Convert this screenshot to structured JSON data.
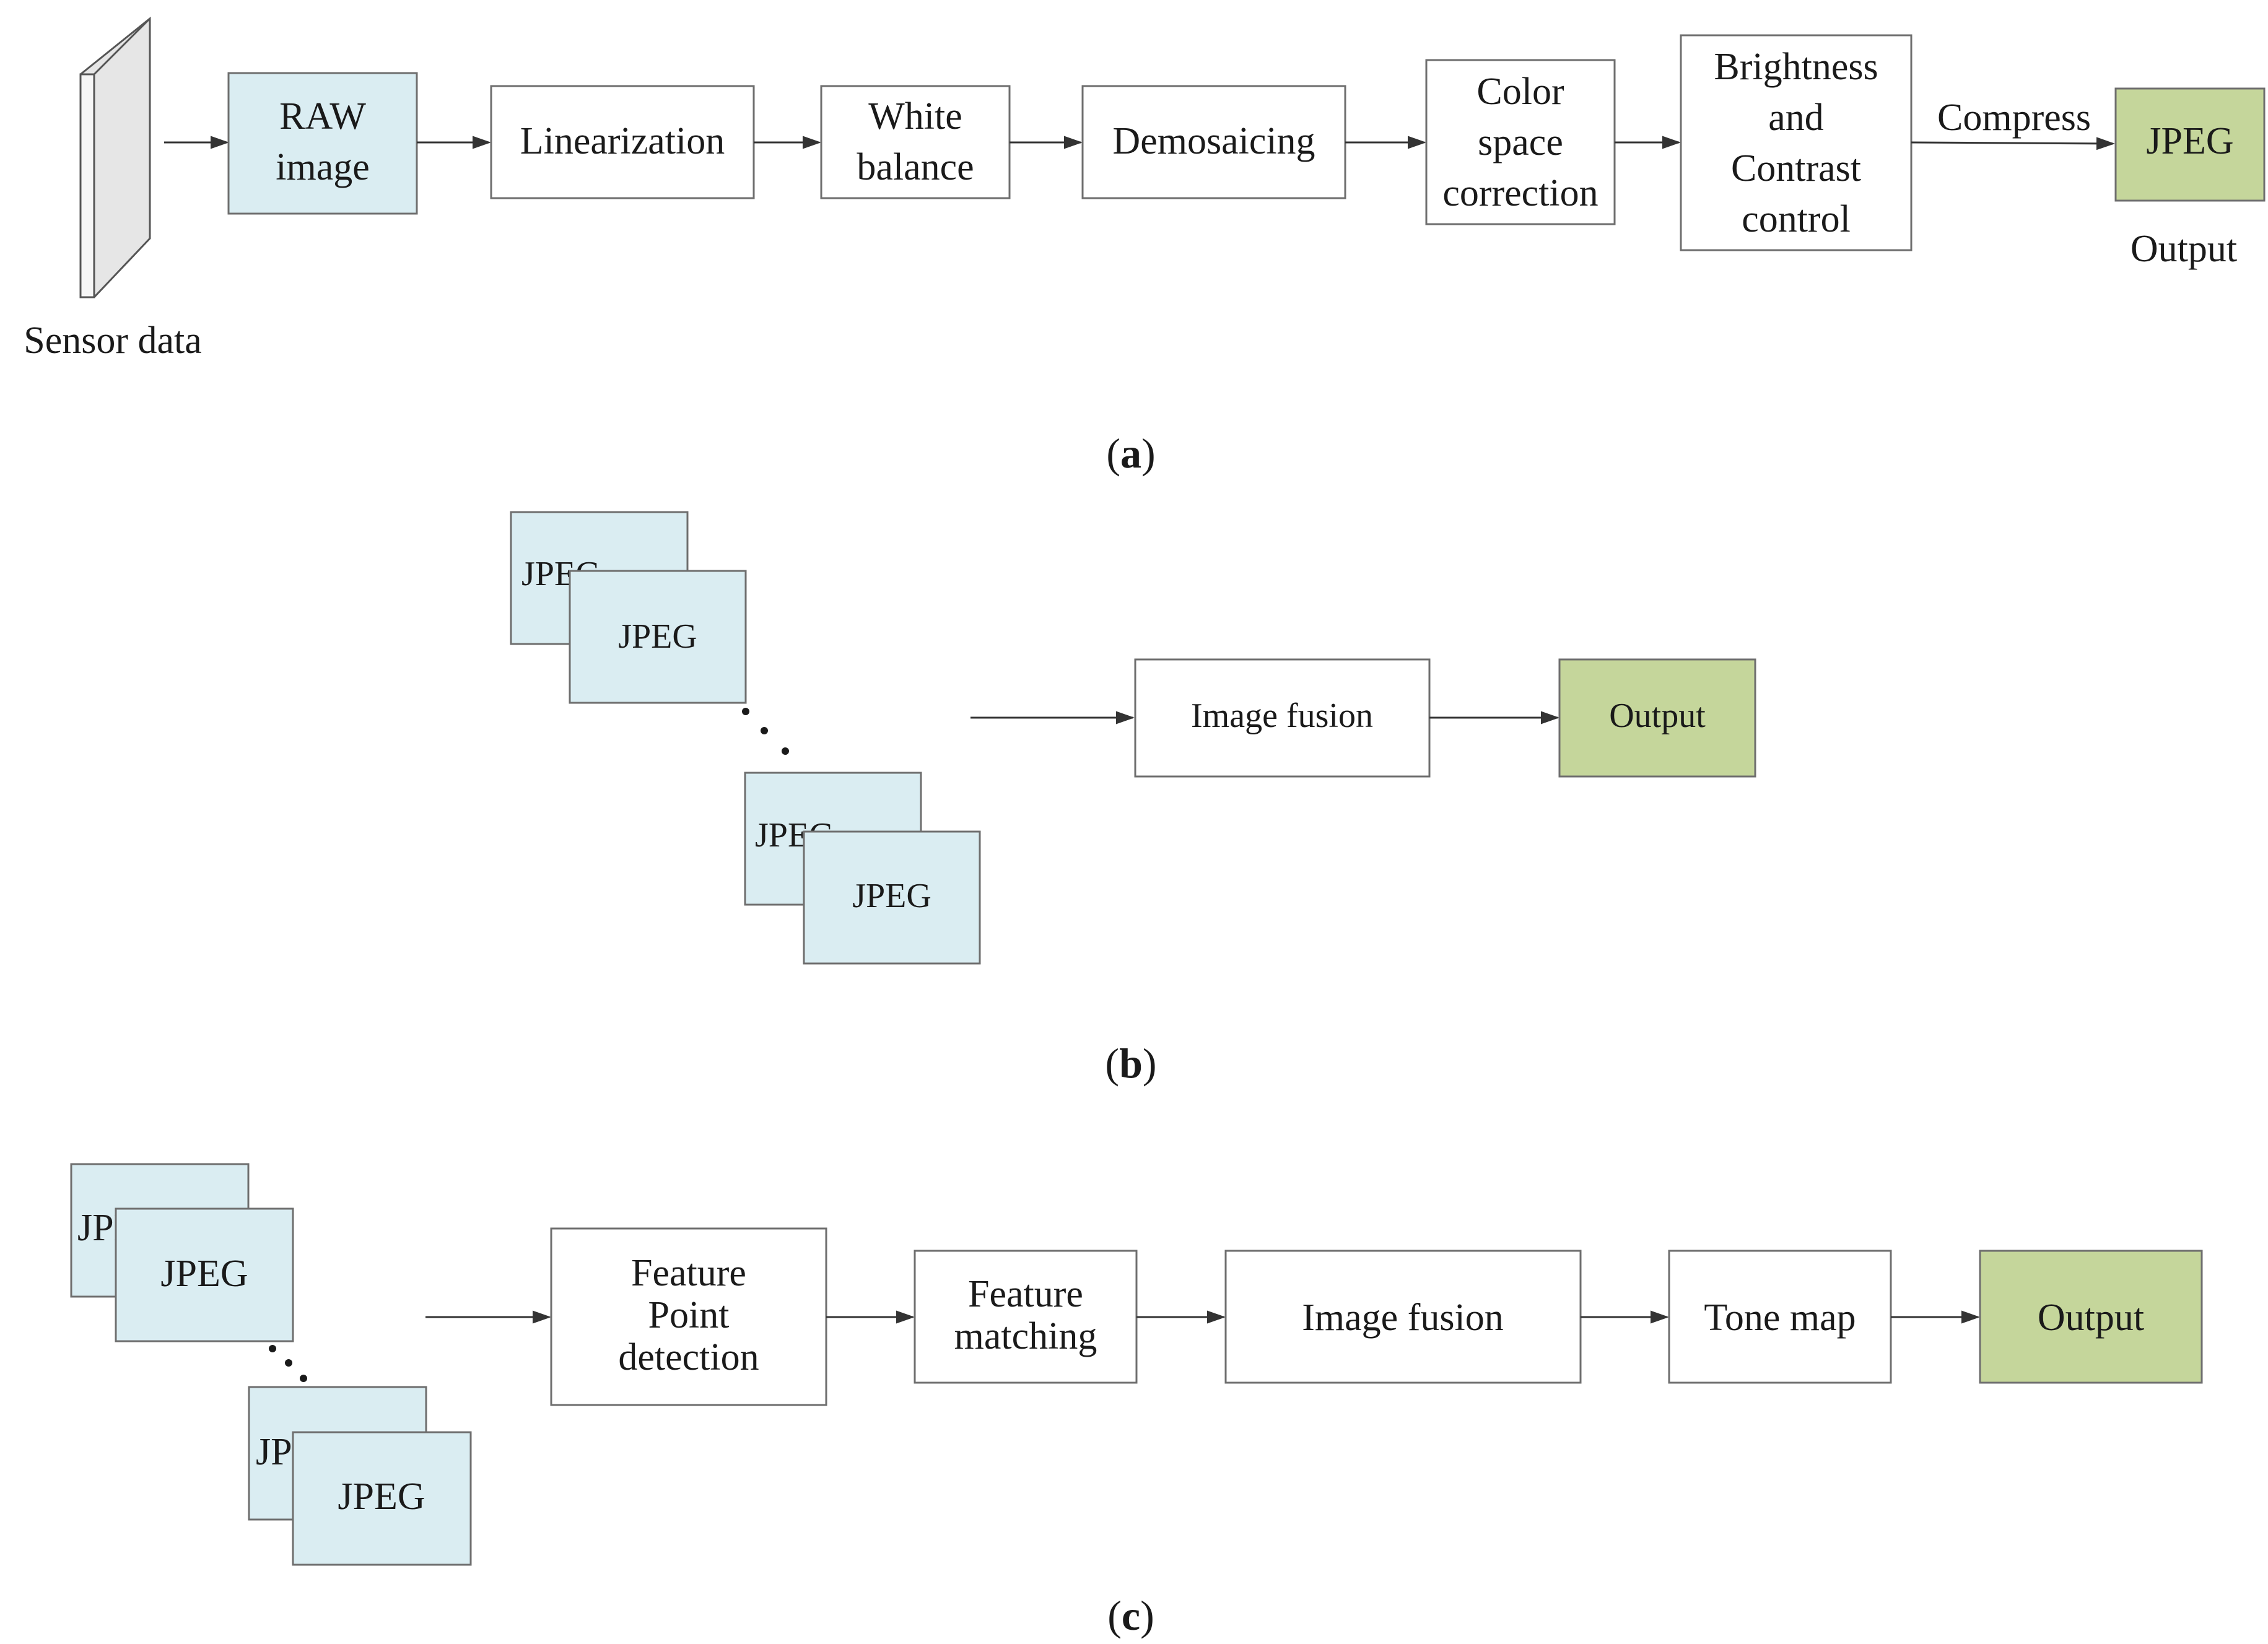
{
  "panel_a": {
    "sensor_label": "Sensor data",
    "raw_image": [
      "RAW",
      "image"
    ],
    "linearization": "Linearization",
    "white_balance": [
      "White",
      "balance"
    ],
    "demosaicing": "Demosaicing",
    "color_space": [
      "Color",
      "space",
      "correction"
    ],
    "brightness": [
      "Brightness",
      "and",
      "Contrast",
      "control"
    ],
    "compress_label": "Compress",
    "jpeg": "JPEG",
    "output_label": "Output",
    "caption": "a"
  },
  "panel_b": {
    "jpeg_stack": [
      "JPEG",
      "JPEG",
      "JPEG",
      "JPEG"
    ],
    "image_fusion": "Image fusion",
    "output": "Output",
    "caption": "b"
  },
  "panel_c": {
    "jpeg_stack": [
      "JPEG",
      "JPEG",
      "JPEG",
      "JPEG"
    ],
    "feature_point": [
      "Feature",
      "Point",
      "detection"
    ],
    "feature_matching": [
      "Feature",
      "matching"
    ],
    "image_fusion": "Image fusion",
    "tone_map": "Tone map",
    "output": "Output",
    "caption": "c"
  },
  "colors": {
    "input_fill": "#daedf2",
    "output_fill": "#c5d69b",
    "box_stroke": "#6e6e6e"
  }
}
